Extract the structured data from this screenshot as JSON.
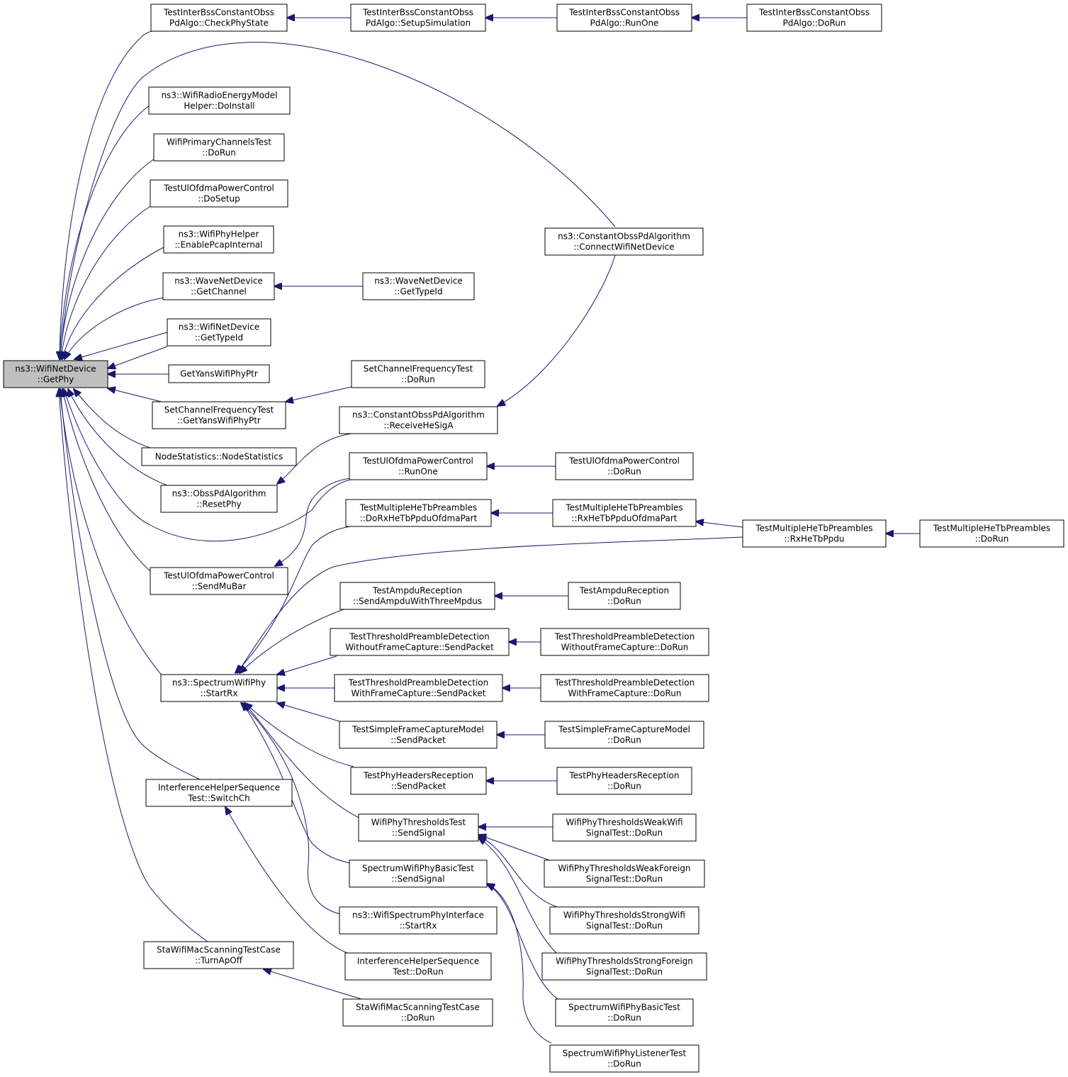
{
  "nodes": [
    {
      "id": "getphy",
      "lines": [
        "ns3::WifiNetDevice",
        "::GetPhy"
      ],
      "root": true
    },
    {
      "id": "checkphystate",
      "lines": [
        "TestInterBssConstantObss",
        "PdAlgo::CheckPhyState"
      ]
    },
    {
      "id": "setupsim",
      "lines": [
        "TestInterBssConstantObss",
        "PdAlgo::SetupSimulation"
      ]
    },
    {
      "id": "runone_obss",
      "lines": [
        "TestInterBssConstantObss",
        "PdAlgo::RunOne"
      ]
    },
    {
      "id": "dorun_obss",
      "lines": [
        "TestInterBssConstantObss",
        "PdAlgo::DoRun"
      ]
    },
    {
      "id": "energy_install",
      "lines": [
        "ns3::WifiRadioEnergyModel",
        "Helper::DoInstall"
      ]
    },
    {
      "id": "primary_dorun",
      "lines": [
        "WifiPrimaryChannelsTest",
        "::DoRun"
      ]
    },
    {
      "id": "ulofdma_dosetup",
      "lines": [
        "TestUlOfdmaPowerControl",
        "::DoSetup"
      ]
    },
    {
      "id": "pcap",
      "lines": [
        "ns3::WifiPhyHelper",
        "::EnablePcapInternal"
      ]
    },
    {
      "id": "wave_getchannel",
      "lines": [
        "ns3::WaveNetDevice",
        "::GetChannel"
      ]
    },
    {
      "id": "wave_gettypeid",
      "lines": [
        "ns3::WaveNetDevice",
        "::GetTypeId"
      ]
    },
    {
      "id": "wifi_gettypeid",
      "lines": [
        "ns3::WifiNetDevice",
        "::GetTypeId"
      ]
    },
    {
      "id": "getyans",
      "lines": [
        "GetYansWifiPhyPtr"
      ]
    },
    {
      "id": "connect",
      "lines": [
        "ns3::ConstantObssPdAlgorithm",
        "::ConnectWifiNetDevice"
      ]
    },
    {
      "id": "scf_dorun",
      "lines": [
        "SetChannelFrequencyTest",
        "::DoRun"
      ]
    },
    {
      "id": "scf_getyans",
      "lines": [
        "SetChannelFrequencyTest",
        "::GetYansWifiPhyPtr"
      ]
    },
    {
      "id": "receivehesiga",
      "lines": [
        "ns3::ConstantObssPdAlgorithm",
        "::ReceiveHeSigA"
      ]
    },
    {
      "id": "nodestats",
      "lines": [
        "NodeStatistics::NodeStatistics"
      ]
    },
    {
      "id": "ulofdma_runone",
      "lines": [
        "TestUlOfdmaPowerControl",
        "::RunOne"
      ]
    },
    {
      "id": "ulofdma_dorun",
      "lines": [
        "TestUlOfdmaPowerControl",
        "::DoRun"
      ]
    },
    {
      "id": "resetphy",
      "lines": [
        "ns3::ObssPdAlgorithm",
        "::ResetPhy"
      ]
    },
    {
      "id": "mhe_dorx",
      "lines": [
        "TestMultipleHeTbPreambles",
        "::DoRxHeTbPpduOfdmaPart"
      ]
    },
    {
      "id": "mhe_rxofdma",
      "lines": [
        "TestMultipleHeTbPreambles",
        "::RxHeTbPpduOfdmaPart"
      ]
    },
    {
      "id": "mhe_rx",
      "lines": [
        "TestMultipleHeTbPreambles",
        "::RxHeTbPpdu"
      ]
    },
    {
      "id": "mhe_dorun",
      "lines": [
        "TestMultipleHeTbPreambles",
        "::DoRun"
      ]
    },
    {
      "id": "sendmubar",
      "lines": [
        "TestUlOfdmaPowerControl",
        "::SendMuBar"
      ]
    },
    {
      "id": "ampdu_send",
      "lines": [
        "TestAmpduReception",
        "::SendAmpduWithThreeMpdus"
      ]
    },
    {
      "id": "ampdu_dorun",
      "lines": [
        "TestAmpduReception",
        "::DoRun"
      ]
    },
    {
      "id": "tpd_wo_send",
      "lines": [
        "TestThresholdPreambleDetection",
        "WithoutFrameCapture::SendPacket"
      ]
    },
    {
      "id": "tpd_wo_dorun",
      "lines": [
        "TestThresholdPreambleDetection",
        "WithoutFrameCapture::DoRun"
      ]
    },
    {
      "id": "startrx",
      "lines": [
        "ns3::SpectrumWifiPhy",
        "::StartRx"
      ]
    },
    {
      "id": "tpd_w_send",
      "lines": [
        "TestThresholdPreambleDetection",
        "WithFrameCapture::SendPacket"
      ]
    },
    {
      "id": "tpd_w_dorun",
      "lines": [
        "TestThresholdPreambleDetection",
        "WithFrameCapture::DoRun"
      ]
    },
    {
      "id": "sfc_send",
      "lines": [
        "TestSimpleFrameCaptureModel",
        "::SendPacket"
      ]
    },
    {
      "id": "sfc_dorun",
      "lines": [
        "TestSimpleFrameCaptureModel",
        "::DoRun"
      ]
    },
    {
      "id": "phr_send",
      "lines": [
        "TestPhyHeadersReception",
        "::SendPacket"
      ]
    },
    {
      "id": "phr_dorun",
      "lines": [
        "TestPhyHeadersReception",
        "::DoRun"
      ]
    },
    {
      "id": "ihs_switch",
      "lines": [
        "InterferenceHelperSequence",
        "Test::SwitchCh"
      ]
    },
    {
      "id": "wpt_send",
      "lines": [
        "WifiPhyThresholdsTest",
        "::SendSignal"
      ]
    },
    {
      "id": "wpt_weakwifi",
      "lines": [
        "WifiPhyThresholdsWeakWifi",
        "SignalTest::DoRun"
      ]
    },
    {
      "id": "wpt_weakforeign",
      "lines": [
        "WifiPhyThresholdsWeakForeign",
        "SignalTest::DoRun"
      ]
    },
    {
      "id": "swpb_send",
      "lines": [
        "SpectrumWifiPhyBasicTest",
        "::SendSignal"
      ]
    },
    {
      "id": "wspi_startrx",
      "lines": [
        "ns3::WifiSpectrumPhyInterface",
        "::StartRx"
      ]
    },
    {
      "id": "wpt_strongwifi",
      "lines": [
        "WifiPhyThresholdsStrongWifi",
        "SignalTest::DoRun"
      ]
    },
    {
      "id": "sta_turnapoff",
      "lines": [
        "StaWifiMacScanningTestCase",
        "::TurnApOff"
      ]
    },
    {
      "id": "ihs_dorun",
      "lines": [
        "InterferenceHelperSequence",
        "Test::DoRun"
      ]
    },
    {
      "id": "wpt_strongforeign",
      "lines": [
        "WifiPhyThresholdsStrongForeign",
        "SignalTest::DoRun"
      ]
    },
    {
      "id": "sta_dorun",
      "lines": [
        "StaWifiMacScanningTestCase",
        "::DoRun"
      ]
    },
    {
      "id": "swpb_dorun",
      "lines": [
        "SpectrumWifiPhyBasicTest",
        "::DoRun"
      ]
    },
    {
      "id": "swpl_dorun",
      "lines": [
        "SpectrumWifiPhyListenerTest",
        "::DoRun"
      ]
    }
  ]
}
